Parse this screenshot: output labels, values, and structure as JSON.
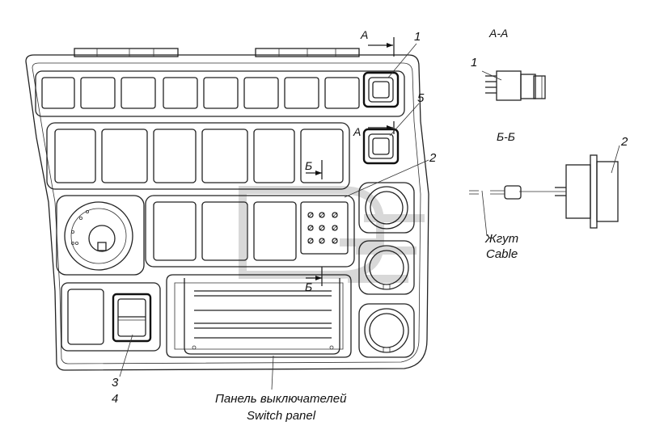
{
  "drawing": {
    "callouts": {
      "c1": "1",
      "c2": "2",
      "c3": "3",
      "c4": "4",
      "c5": "5"
    },
    "section_marks": {
      "a_top": "А",
      "a_mid": "А",
      "b_top": "Б",
      "b_bottom": "Б"
    },
    "section_views": {
      "aa_title": "А-А",
      "aa_part": "1",
      "bb_title": "Б-Б",
      "bb_part": "2"
    },
    "cable_label": {
      "ru": "Жгут",
      "en": "Cable"
    },
    "caption": {
      "ru": "Панель выключателей",
      "en": "Switch panel"
    }
  }
}
